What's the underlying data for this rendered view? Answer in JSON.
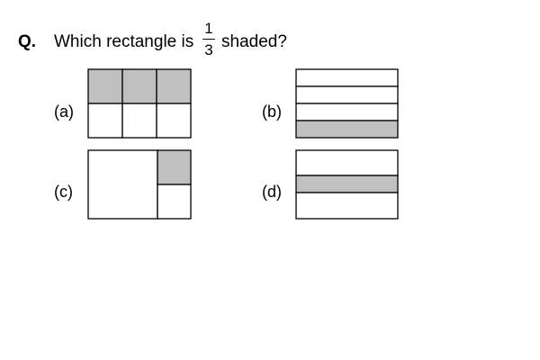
{
  "question": {
    "label": "Q.",
    "text_before": "Which rectangle is",
    "fraction": {
      "numerator": "1",
      "denominator": "3"
    },
    "text_after": "shaded?"
  },
  "options": [
    {
      "label": "(a)"
    },
    {
      "label": "(b)"
    },
    {
      "label": "(c)"
    },
    {
      "label": "(d)"
    }
  ],
  "colors": {
    "shade": "#c0c0c0",
    "background": "#ffffff",
    "stroke": "#000000"
  }
}
